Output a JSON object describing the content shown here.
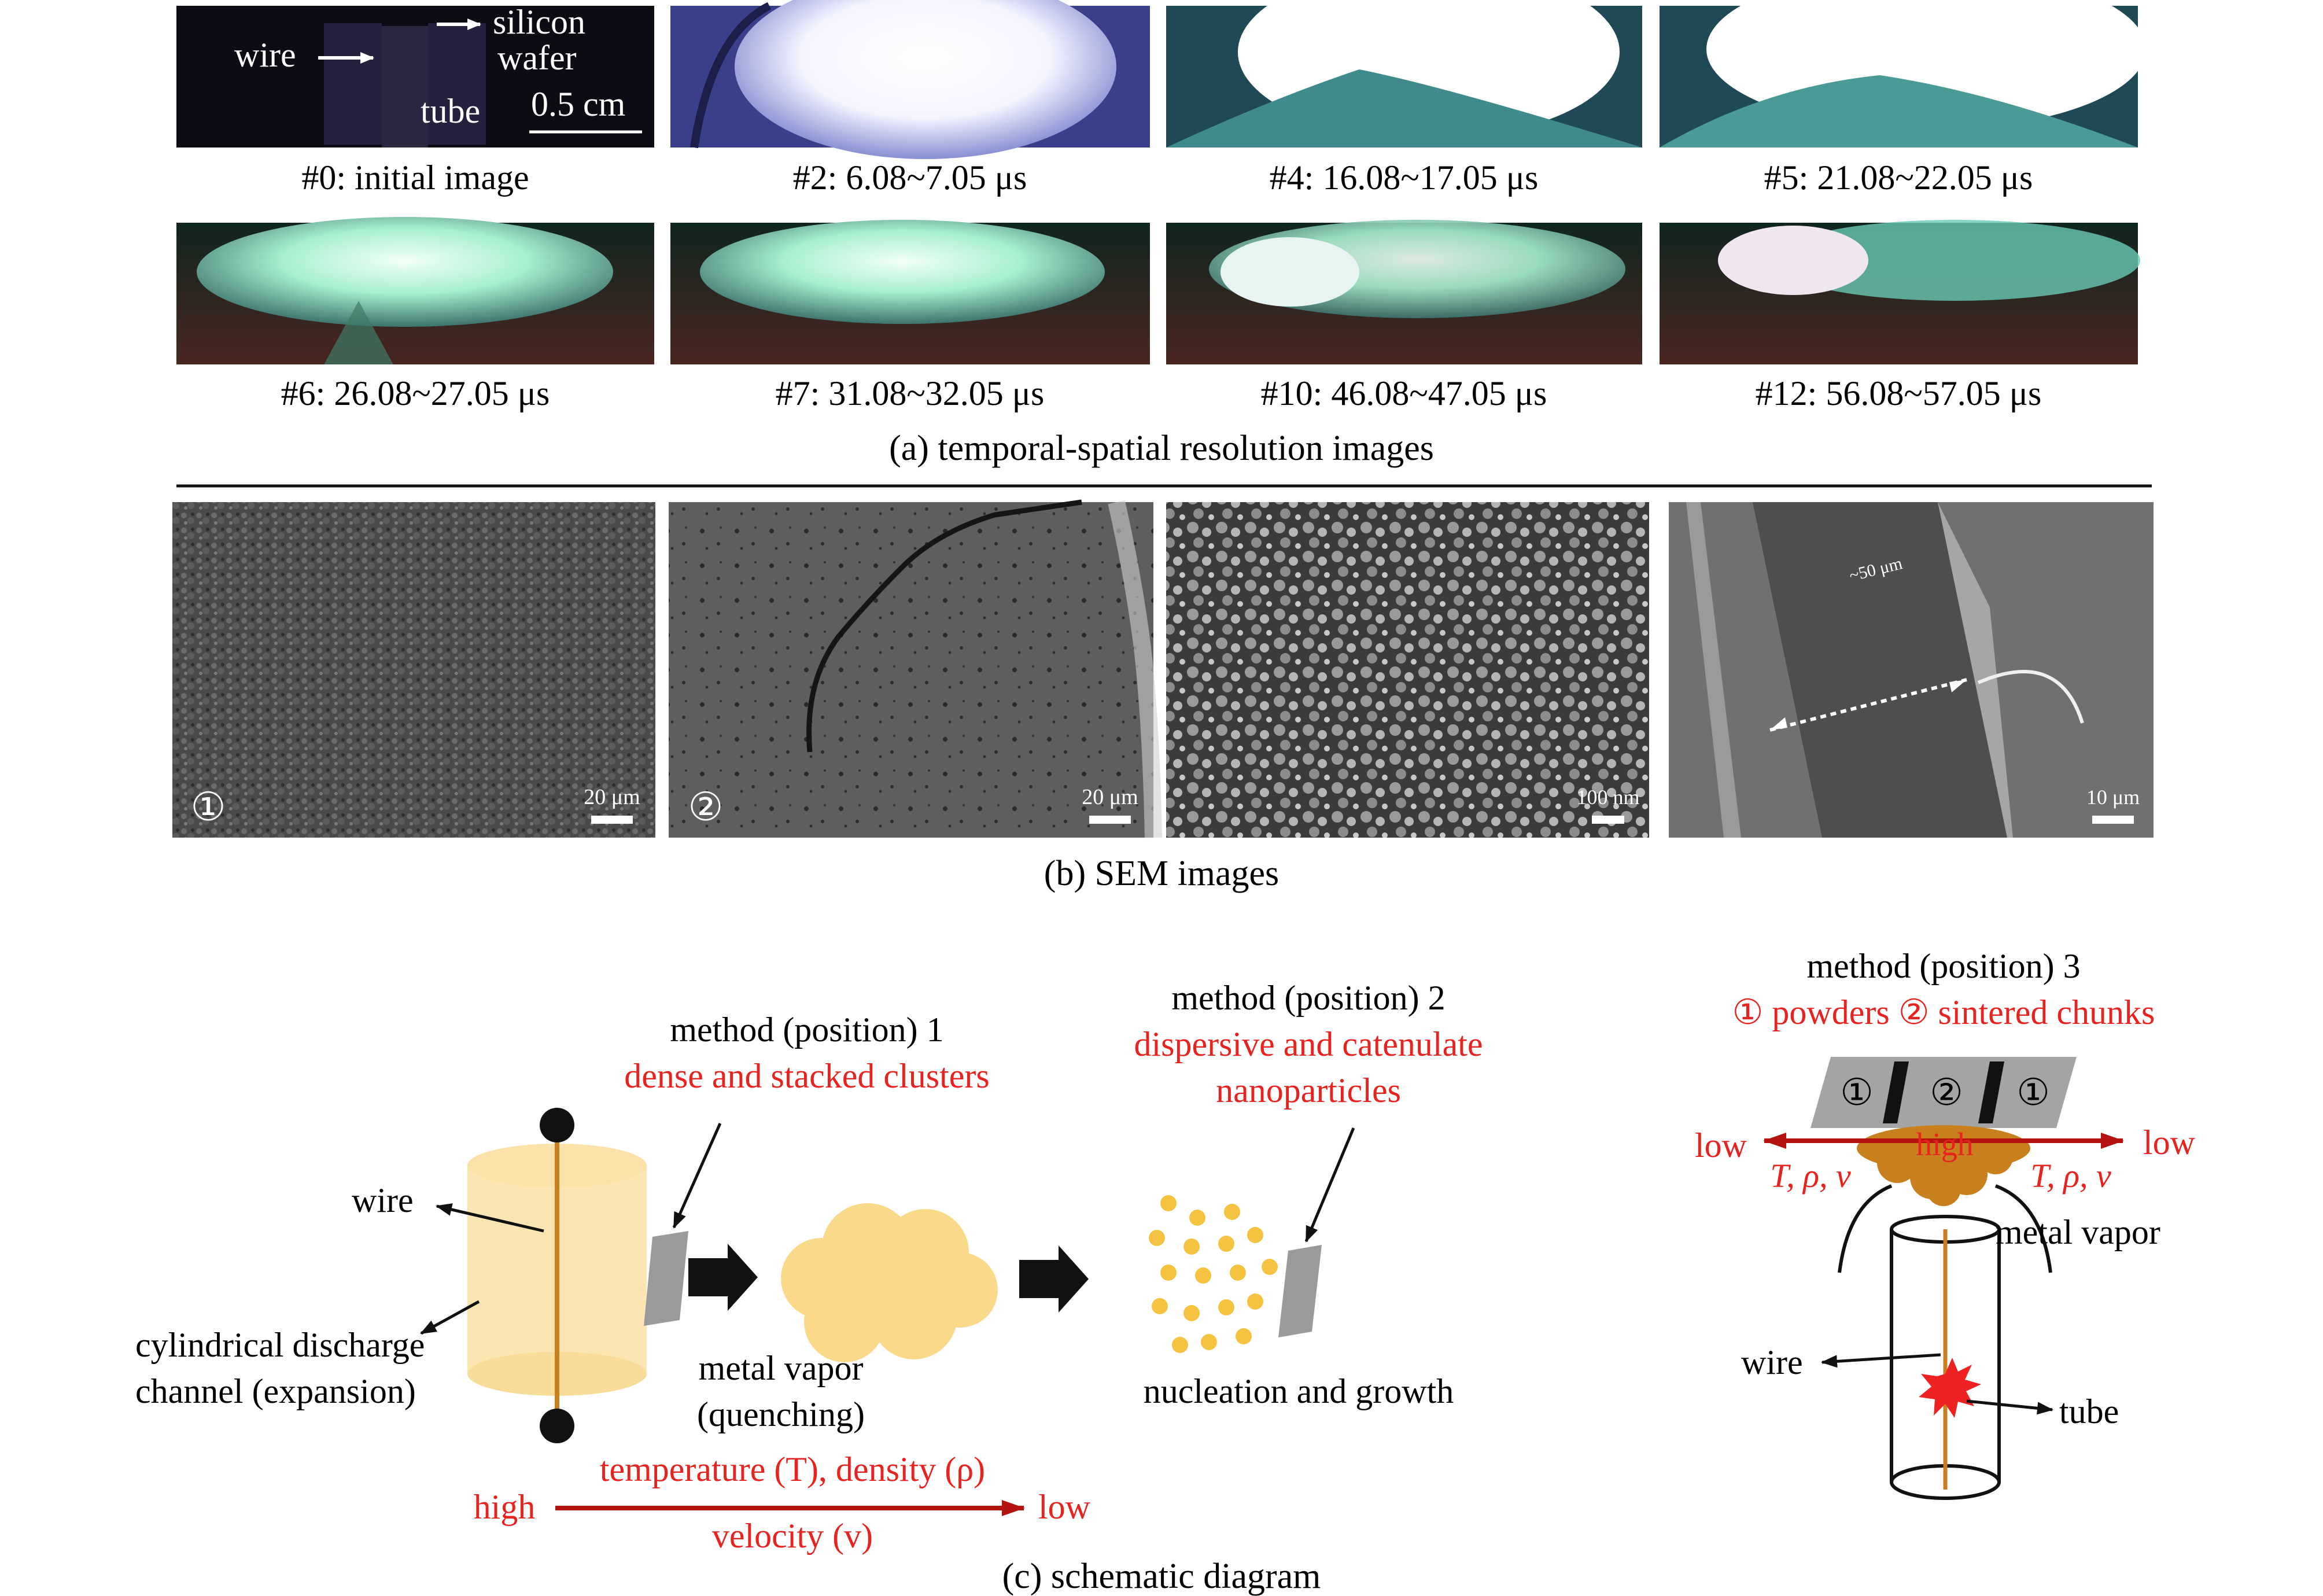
{
  "panel_a": {
    "frames": [
      {
        "label": "#0: initial image"
      },
      {
        "label": "#2: 6.08~7.05 μs"
      },
      {
        "label": "#4: 16.08~17.05 μs"
      },
      {
        "label": "#5: 21.08~22.05 μs"
      },
      {
        "label": "#6: 26.08~27.05 μs"
      },
      {
        "label": "#7: 31.08~32.05 μs"
      },
      {
        "label": "#10: 46.08~47.05 μs"
      },
      {
        "label": "#12: 56.08~57.05 μs"
      }
    ],
    "frame0_annotations": {
      "wire": "wire",
      "silicon": "silicon",
      "wafer": "wafer",
      "tube": "tube",
      "scale": "0.5 cm"
    },
    "caption": "(a) temporal-spatial resolution images"
  },
  "panel_b": {
    "images": [
      {
        "marker": "①",
        "scale": "20 μm"
      },
      {
        "marker": "②",
        "scale": "20 μm"
      },
      {
        "marker": "",
        "scale": "100 nm"
      },
      {
        "marker": "",
        "scale": "10 μm",
        "annotation": "~50 μm"
      }
    ],
    "caption": "(b) SEM images"
  },
  "panel_c": {
    "wire_label": "wire",
    "channel_line1": "cylindrical discharge",
    "channel_line2": "channel (expansion)",
    "m1_title": "method (position) 1",
    "m1_desc": "dense and stacked clusters",
    "vapor_line1": "metal vapor",
    "vapor_line2": "(quenching)",
    "m2_title": "method (position) 2",
    "m2_desc1": "dispersive and catenulate",
    "m2_desc2": "nanoparticles",
    "nucleation": "nucleation and growth",
    "gradient_top": "temperature (T), density (ρ)",
    "gradient_bottom": "velocity (v)",
    "high": "high",
    "low": "low",
    "m3_title": "method (position) 3",
    "m3_desc": "① powders ② sintered chunks",
    "wafer_markers": [
      "①",
      "②",
      "①"
    ],
    "m3_low_left": "low",
    "m3_low_right": "low",
    "m3_high": "high",
    "m3_params_left": "T, ρ, v",
    "m3_params_right": "T, ρ, v",
    "m3_vapor": "metal vapor",
    "m3_wire": "wire",
    "m3_tube": "tube",
    "caption": "(c) schematic diagram"
  },
  "colors": {
    "red_text": "#e8231f",
    "dark_red_arrow": "#b3140f",
    "vapor_fill": "#fbd98a",
    "copper": "#c8801e",
    "gray_block": "#9a9a9a"
  }
}
